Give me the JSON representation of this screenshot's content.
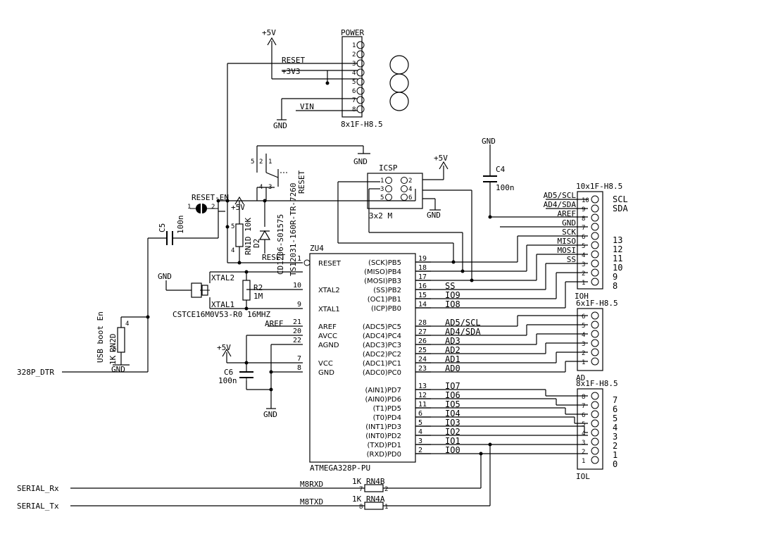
{
  "power": {
    "plus5v": "+5V",
    "gnd": "GND",
    "header_title": "POWER",
    "header_part": "8x1F-H8.5",
    "pins": [
      "1",
      "2",
      "3",
      "4",
      "5",
      "6",
      "7",
      "8"
    ],
    "net_reset": "RESET",
    "net_3v3": "+3V3",
    "net_vin": "VIN"
  },
  "icsp": {
    "title": "ICSP",
    "part": "3x2 M",
    "pins": [
      "1",
      "2",
      "3",
      "4",
      "5",
      "6"
    ],
    "plus5v": "+5V",
    "gnd_top": "GND",
    "gnd": "GND"
  },
  "reset_switch": {
    "label": "RESET",
    "part": "TS12031-160R-TR-7260",
    "pins": [
      "1",
      "2",
      "3",
      "4",
      "5"
    ]
  },
  "reset_en": {
    "label": "RESET-EN",
    "pin1": "1",
    "pin2": "2"
  },
  "cap_c4": {
    "name": "C4",
    "value": "100n",
    "gnd": "GND"
  },
  "cap_c5": {
    "name": "C5",
    "value": "100n"
  },
  "cap_c6": {
    "name": "C6",
    "value": "100n",
    "supply": "+5V",
    "gnd": "GND"
  },
  "rn1": {
    "name": "RN1D 10K",
    "pin5": "5",
    "pin4": "4",
    "supply": "+5V"
  },
  "d2": {
    "name": "D2",
    "part": "CD1206-S01575"
  },
  "rn2": {
    "name": "RN2D",
    "value": "1K",
    "pin5": "5",
    "pin4": "4",
    "gnd": "GND"
  },
  "usb_boot": {
    "label": "USB boot En"
  },
  "crystal": {
    "part": "CSTCE16M0V53-R0 16MHZ",
    "xtal2": "XTAL2",
    "xtal1": "XTAL1",
    "r2": "R2",
    "r2_value": "1M",
    "gnd": "GND"
  },
  "mcu": {
    "ref": "ZU4",
    "part": "ATMEGA328P-PU",
    "left_pins": [
      {
        "num": "1",
        "name": "RESET"
      },
      {
        "num": "10",
        "name": "XTAL2"
      },
      {
        "num": "9",
        "name": "XTAL1"
      },
      {
        "num": "21",
        "name": "AREF"
      },
      {
        "num": "20",
        "name": "AVCC"
      },
      {
        "num": "22",
        "name": "AGND"
      },
      {
        "num": "7",
        "name": "VCC"
      },
      {
        "num": "8",
        "name": "GND"
      }
    ],
    "right_pins": [
      {
        "num": "19",
        "name": "(SCK)PB5",
        "net": ""
      },
      {
        "num": "18",
        "name": "(MISO)PB4",
        "net": ""
      },
      {
        "num": "17",
        "name": "(MOSI)PB3",
        "net": ""
      },
      {
        "num": "16",
        "name": "(SS)PB2",
        "net": "SS"
      },
      {
        "num": "15",
        "name": "(OC1)PB1",
        "net": "IO9"
      },
      {
        "num": "14",
        "name": "(ICP)PB0",
        "net": "IO8"
      },
      {
        "num": "28",
        "name": "(ADC5)PC5",
        "net": "AD5/SCL"
      },
      {
        "num": "27",
        "name": "(ADC4)PC4",
        "net": "AD4/SDA"
      },
      {
        "num": "26",
        "name": "(ADC3)PC3",
        "net": "AD3"
      },
      {
        "num": "25",
        "name": "(ADC2)PC2",
        "net": "AD2"
      },
      {
        "num": "24",
        "name": "(ADC1)PC1",
        "net": "AD1"
      },
      {
        "num": "23",
        "name": "(ADC0)PC0",
        "net": "AD0"
      },
      {
        "num": "13",
        "name": "(AIN1)PD7",
        "net": "IO7"
      },
      {
        "num": "12",
        "name": "(AIN0)PD6",
        "net": "IO6"
      },
      {
        "num": "11",
        "name": "(T1)PD5",
        "net": "IO5"
      },
      {
        "num": "6",
        "name": "(T0)PD4",
        "net": "IO4"
      },
      {
        "num": "5",
        "name": "(INT1)PD3",
        "net": "IO3"
      },
      {
        "num": "4",
        "name": "(INT0)PD2",
        "net": "IO2"
      },
      {
        "num": "3",
        "name": "(TXD)PD1",
        "net": "IO1"
      },
      {
        "num": "2",
        "name": "(RXD)PD0",
        "net": "IO0"
      }
    ],
    "net_reset": "RESET",
    "net_aref": "AREF"
  },
  "ioh": {
    "title": "10x1F-H8.5",
    "ref": "IOH",
    "pins": [
      "10",
      "9",
      "8",
      "7",
      "6",
      "5",
      "4",
      "3",
      "2",
      "1"
    ],
    "nets": [
      "AD5/SCL",
      "AD4/SDA",
      "AREF",
      "GND",
      "SCK",
      "MISO",
      "MOSI",
      "SS",
      "",
      ""
    ],
    "side_labels": [
      "SCL",
      "SDA",
      "",
      "",
      "13",
      "12",
      "11",
      "10",
      "9",
      "8"
    ]
  },
  "ad": {
    "title": "6x1F-H8.5",
    "ref": "AD",
    "pins": [
      "6",
      "5",
      "4",
      "3",
      "2",
      "1"
    ]
  },
  "iol": {
    "title": "8x1F-H8.5",
    "ref": "IOL",
    "pins": [
      "8",
      "7",
      "6",
      "5",
      "4",
      "3",
      "2",
      "1"
    ],
    "side_labels": [
      "7",
      "6",
      "5",
      "4",
      "3",
      "2",
      "1",
      "0"
    ]
  },
  "serial": {
    "dtr": "328P_DTR",
    "rx": "SERIAL_Rx",
    "tx": "SERIAL_Tx",
    "rx_net": "M8RXD",
    "tx_net": "M8TXD",
    "rn4b": "RN4B",
    "rn4a": "RN4A",
    "rn4_value": "1K",
    "rn4b_pins": [
      "7",
      "2"
    ],
    "rn4a_pins": [
      "8",
      "1"
    ]
  }
}
